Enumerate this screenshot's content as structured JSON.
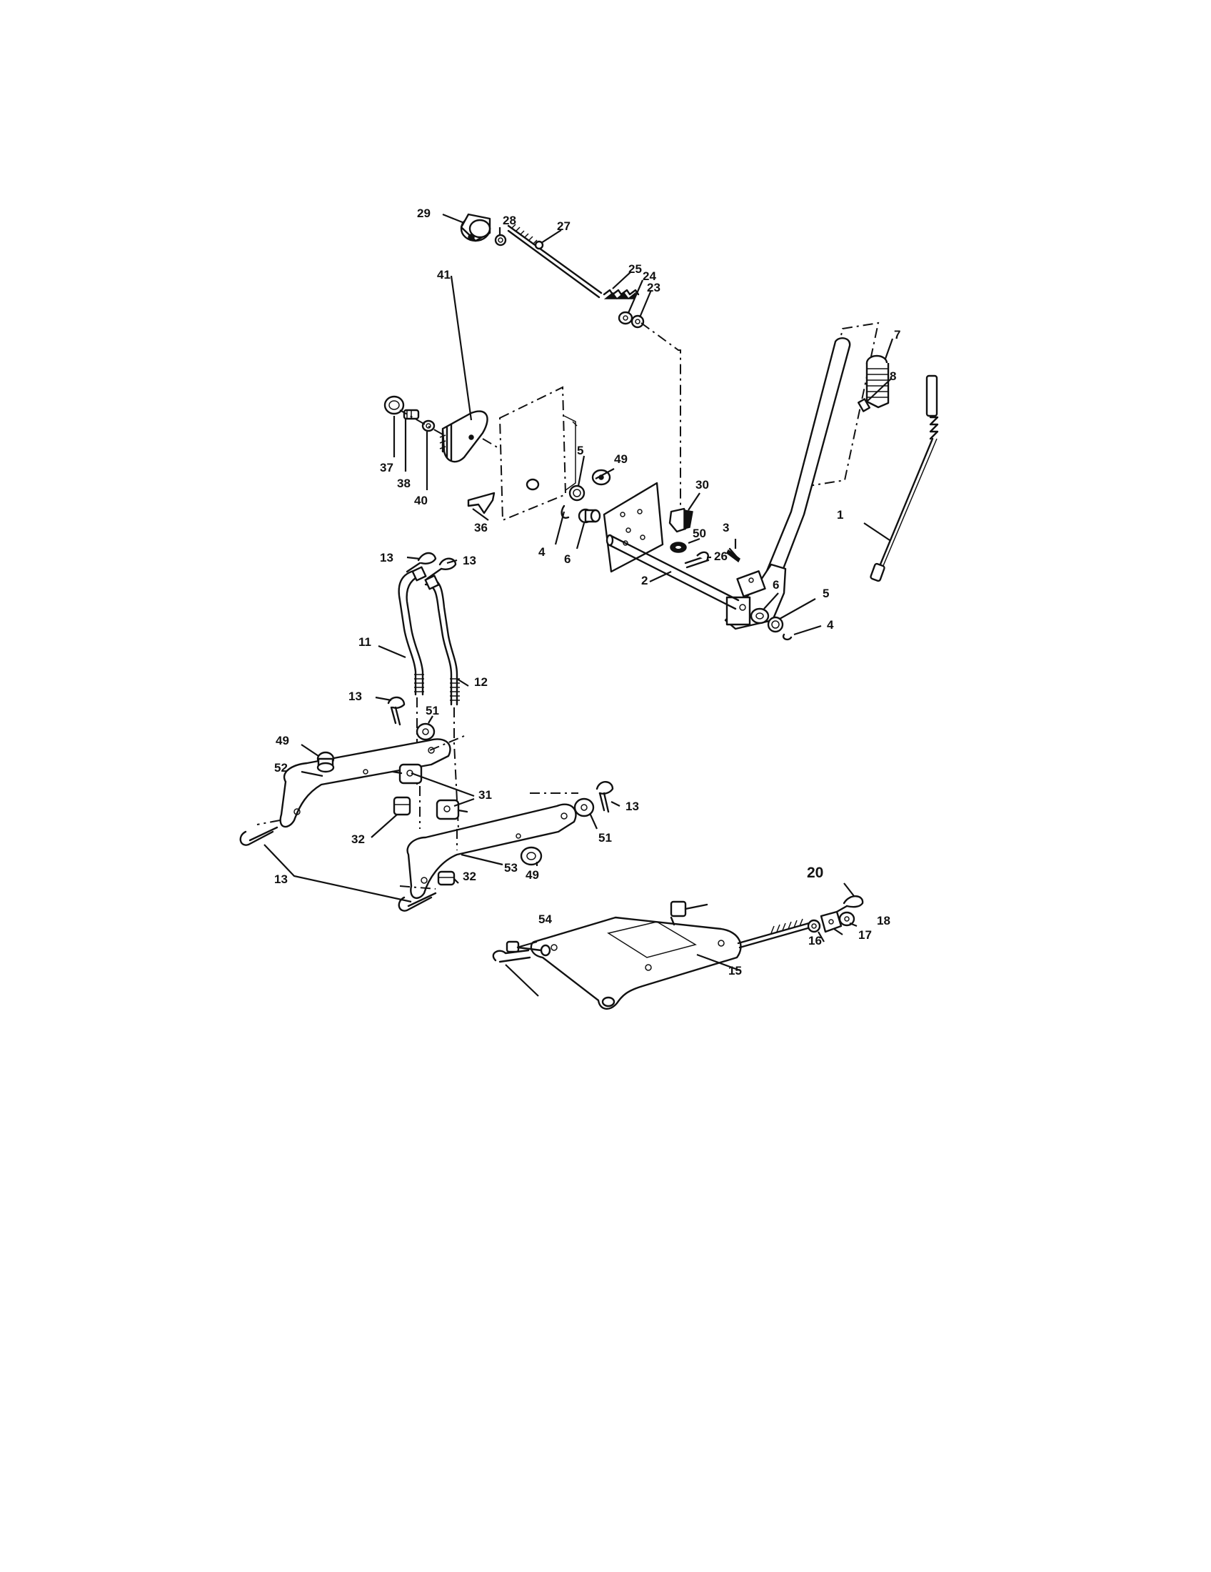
{
  "callouts": [
    {
      "id": "c29",
      "label": "29"
    },
    {
      "id": "c28",
      "label": "28"
    },
    {
      "id": "c27",
      "label": "27"
    },
    {
      "id": "c25",
      "label": "25"
    },
    {
      "id": "c24",
      "label": "24"
    },
    {
      "id": "c23",
      "label": "23"
    },
    {
      "id": "c7",
      "label": "7"
    },
    {
      "id": "c8",
      "label": "8"
    },
    {
      "id": "c41",
      "label": "41"
    },
    {
      "id": "c37",
      "label": "37"
    },
    {
      "id": "c38",
      "label": "38"
    },
    {
      "id": "c40",
      "label": "40"
    },
    {
      "id": "c36",
      "label": "36"
    },
    {
      "id": "c5a",
      "label": "5"
    },
    {
      "id": "c49a",
      "label": "49"
    },
    {
      "id": "c30",
      "label": "30"
    },
    {
      "id": "c4a",
      "label": "4"
    },
    {
      "id": "c6a",
      "label": "6"
    },
    {
      "id": "c50",
      "label": "50"
    },
    {
      "id": "c3",
      "label": "3"
    },
    {
      "id": "c26",
      "label": "26"
    },
    {
      "id": "c1",
      "label": "1"
    },
    {
      "id": "c2",
      "label": "2"
    },
    {
      "id": "c6b",
      "label": "6"
    },
    {
      "id": "c5b",
      "label": "5"
    },
    {
      "id": "c4b",
      "label": "4"
    },
    {
      "id": "c13a",
      "label": "13"
    },
    {
      "id": "c13b",
      "label": "13"
    },
    {
      "id": "c11",
      "label": "11"
    },
    {
      "id": "c12",
      "label": "12"
    },
    {
      "id": "c13c",
      "label": "13"
    },
    {
      "id": "c51a",
      "label": "51"
    },
    {
      "id": "c49b",
      "label": "49"
    },
    {
      "id": "c52",
      "label": "52"
    },
    {
      "id": "c31",
      "label": "31"
    },
    {
      "id": "c13d",
      "label": "13"
    },
    {
      "id": "c32a",
      "label": "32"
    },
    {
      "id": "c51b",
      "label": "51"
    },
    {
      "id": "c13e",
      "label": "13"
    },
    {
      "id": "c53",
      "label": "53"
    },
    {
      "id": "c49c",
      "label": "49"
    },
    {
      "id": "c32b",
      "label": "32"
    },
    {
      "id": "c20",
      "label": "20"
    },
    {
      "id": "c18",
      "label": "18"
    },
    {
      "id": "c17",
      "label": "17"
    },
    {
      "id": "c16",
      "label": "16"
    },
    {
      "id": "c54",
      "label": "54"
    },
    {
      "id": "c15",
      "label": "15"
    }
  ]
}
